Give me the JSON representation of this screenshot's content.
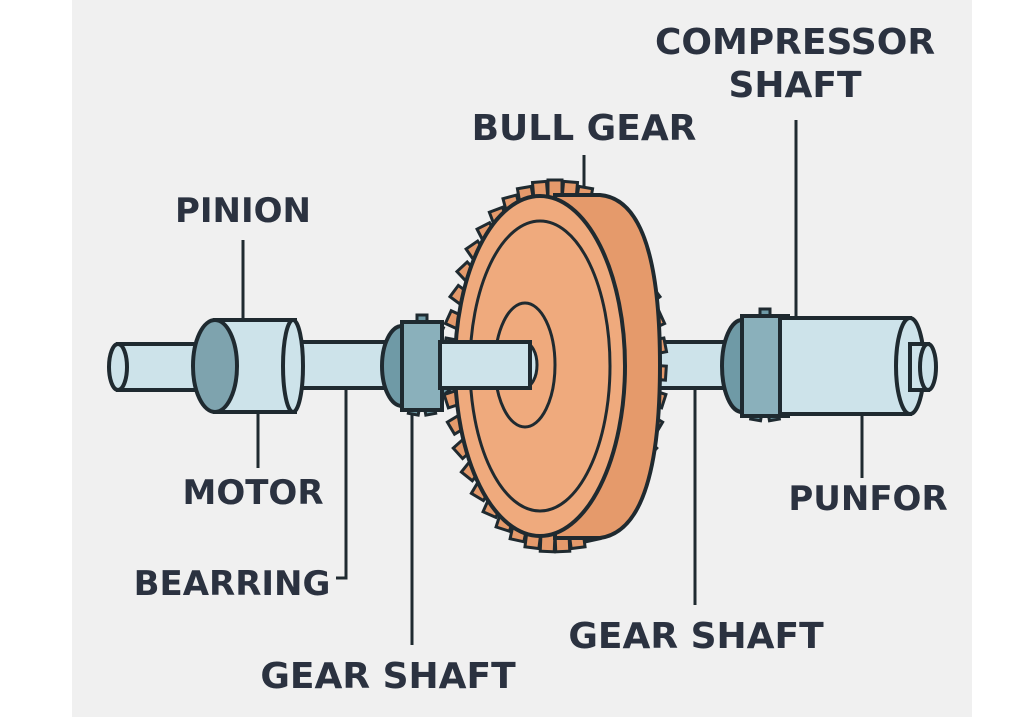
{
  "colors": {
    "background": "#f0f0f0",
    "shaft": "#cde3ea",
    "shaft_dark": "#8aa9b4",
    "gear_teal": "#6f9aa6",
    "bull_gear_face": "#efaa7d",
    "bull_gear_rim": "#e59a6b",
    "outline": "#1f2a30",
    "label": "#2b3240"
  },
  "labels": {
    "compressor_shaft": [
      "COMPRESSOR",
      "SHAFT"
    ],
    "bull_gear": "BULL GEAR",
    "pinion": "PINION",
    "motor": "MOTOR",
    "bearring": "BEARRING",
    "gear_shaft_left": "GEAR SHAFT",
    "gear_shaft_right": "GEAR SHAFT",
    "punfor": "PUNFOR"
  }
}
